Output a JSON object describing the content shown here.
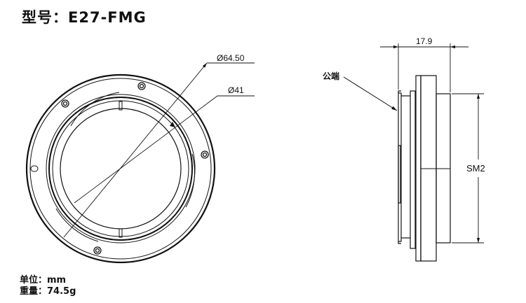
{
  "title": "型号：E27-FMG",
  "units": "单位：mm",
  "weight": "重量：74.5g",
  "front_view": {
    "outer_diameter_label": "Ø64.50",
    "inner_diameter_label": "Ø41"
  },
  "side_view": {
    "length_label": "17.9",
    "thread_label": "SM2",
    "male_end_label": "公端"
  }
}
